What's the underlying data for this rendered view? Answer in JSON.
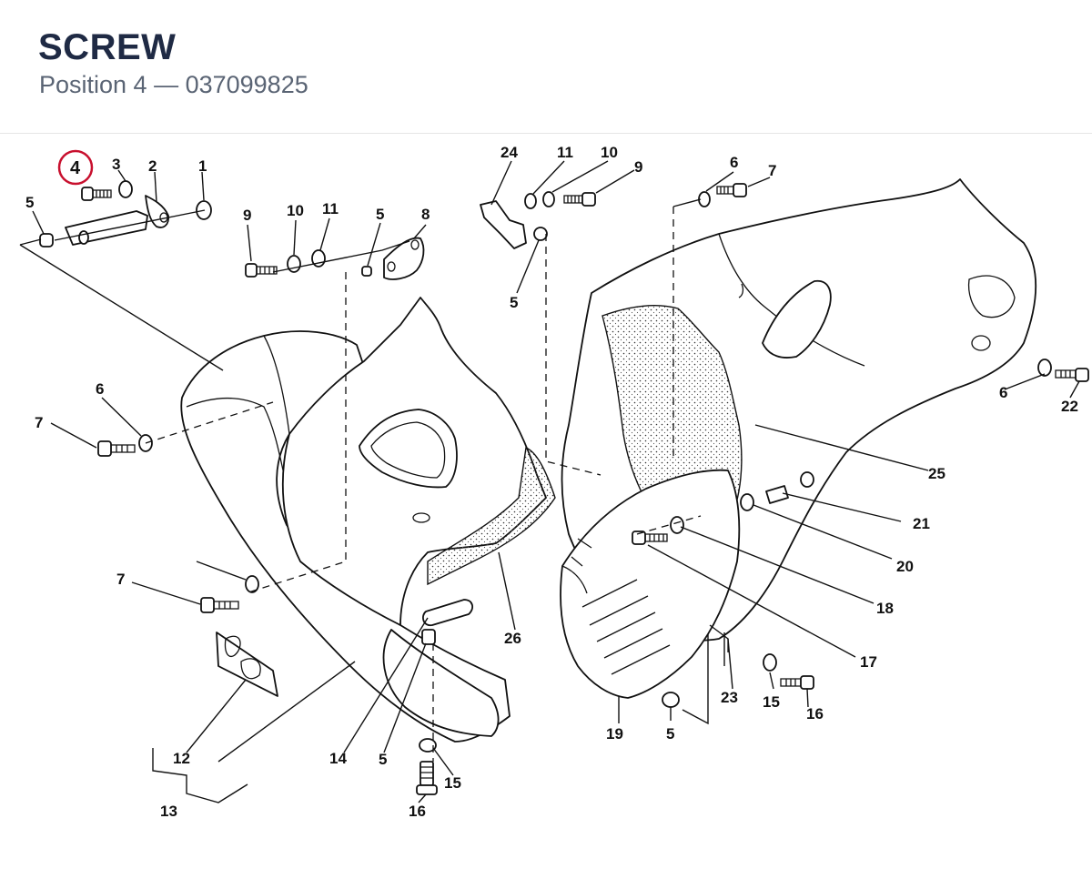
{
  "header": {
    "title": "SCREW",
    "subtitle": "Position 4 — 037099825"
  },
  "highlight": {
    "color": "#c8102e",
    "label": "4"
  },
  "callouts": [
    "24",
    "11",
    "10",
    "9",
    "3",
    "2",
    "1",
    "5",
    "9",
    "10",
    "11",
    "5",
    "8",
    "6",
    "7",
    "5",
    "6",
    "7",
    "22",
    "6",
    "7",
    "25",
    "21",
    "20",
    "18",
    "26",
    "17",
    "12",
    "14",
    "5",
    "15",
    "23",
    "15",
    "16",
    "19",
    "5",
    "13",
    "16"
  ]
}
